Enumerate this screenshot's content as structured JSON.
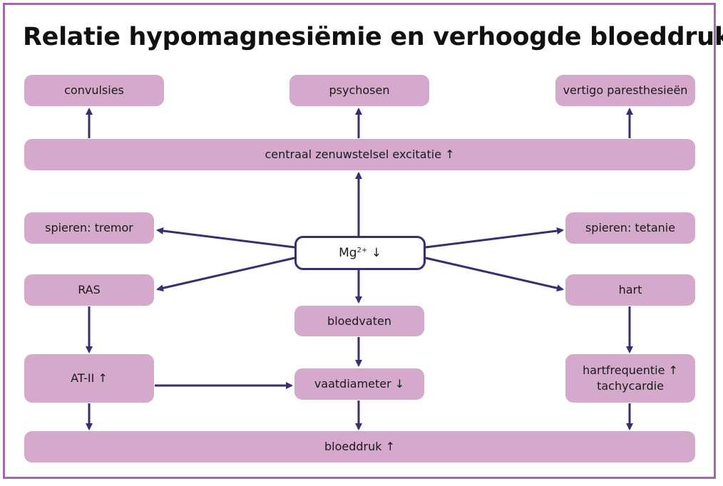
{
  "title": "Relatie hypomagnesiëmie en verhoogde bloeddruk",
  "nodes": {
    "convulsies": "convulsies",
    "psychosen": "psychosen",
    "vertigo": "vertigo paresthesieën",
    "czs": "centraal zenuwstelsel excitatie ↑",
    "spieren_tremor": "spieren: tremor",
    "mg": {
      "base": "Mg",
      "charge": "2+",
      "arrow": "↓"
    },
    "spieren_tetanie": "spieren: tetanie",
    "ras": "RAS",
    "hart": "hart",
    "bloedvaten": "bloedvaten",
    "at2": "AT-II ↑",
    "vaatdiameter": "vaatdiameter ↓",
    "hartfrequentie": "hartfrequentie ↑",
    "tachycardie": "tachycardie",
    "bloeddruk": "bloeddruk ↑"
  },
  "colors": {
    "frame": "#a06aa6",
    "node_fill": "#d4a9cb",
    "arrow": "#3b2d6e",
    "center_fill": "#ffffff"
  }
}
